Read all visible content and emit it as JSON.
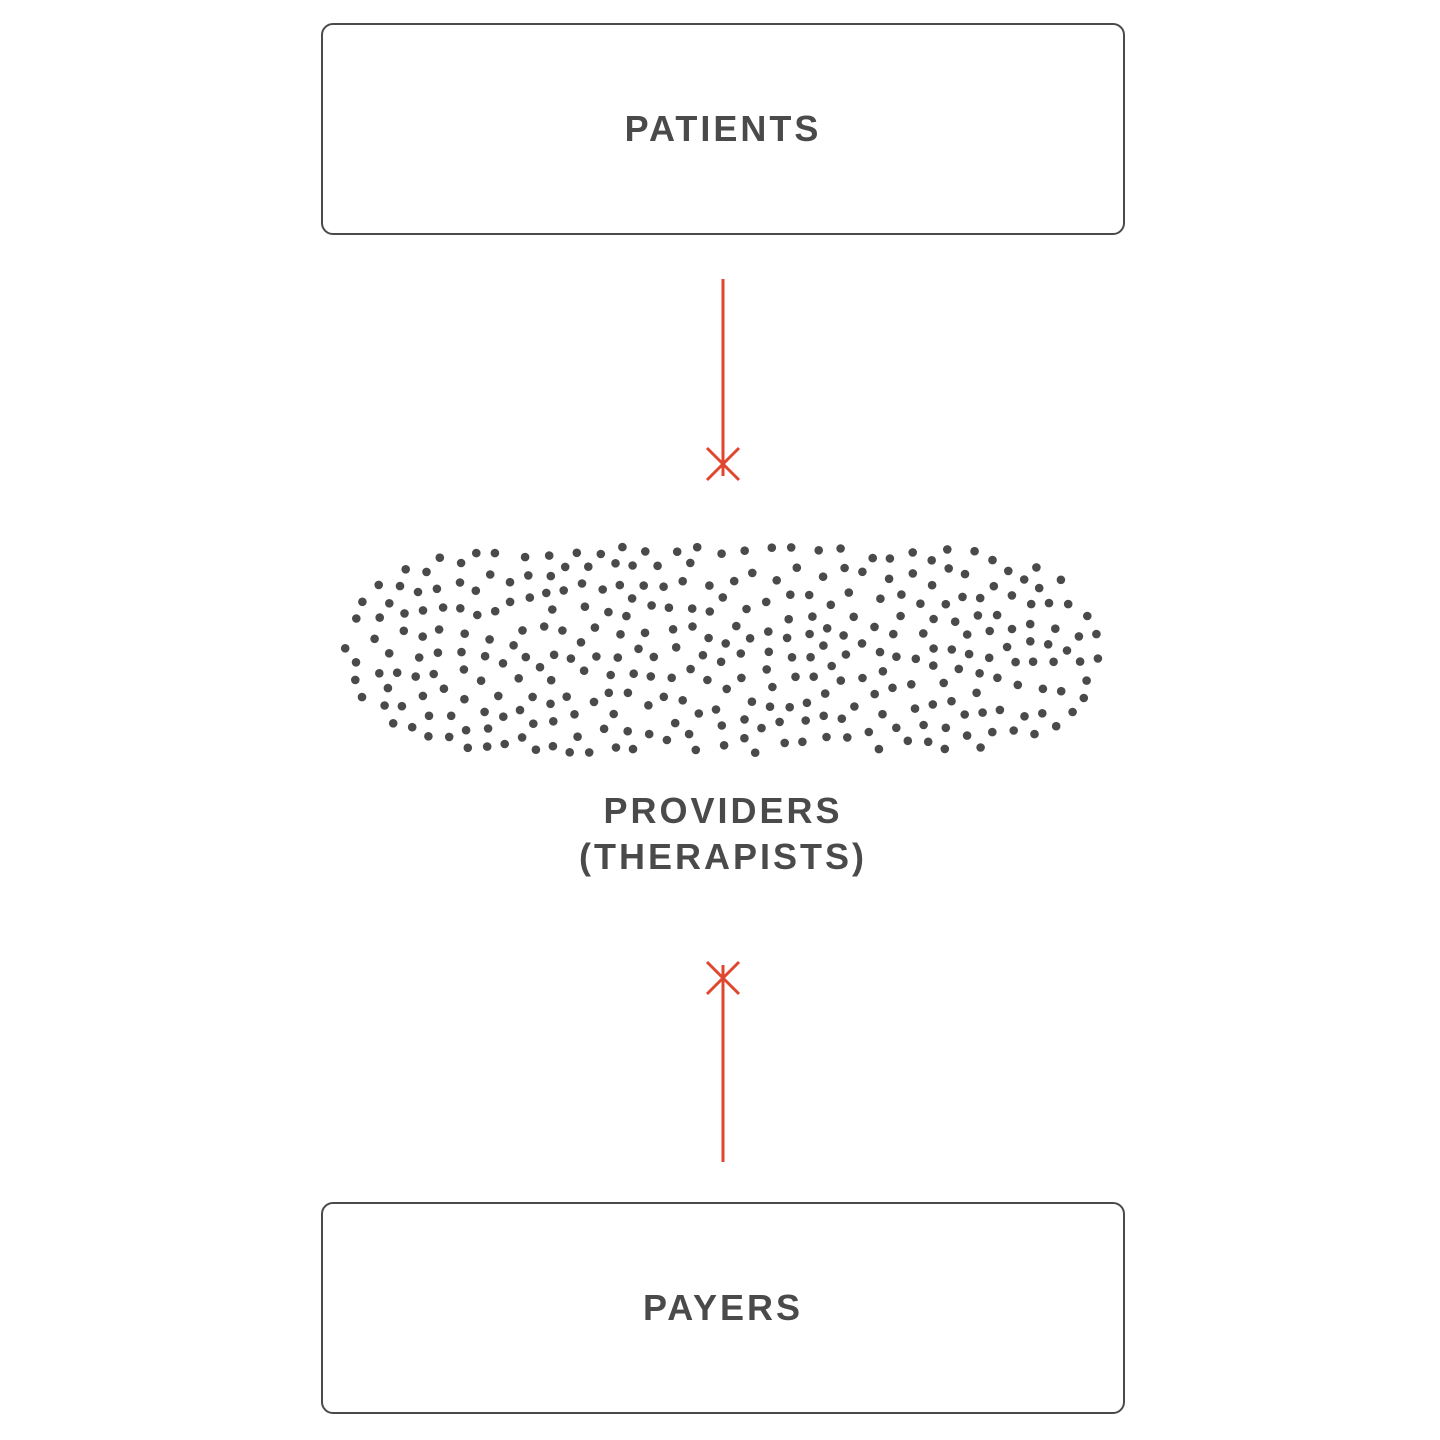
{
  "colors": {
    "box_stroke": "#4a4a4a",
    "text": "#4a4a4a",
    "dot": "#4a4a4a",
    "connector": "#e0452f",
    "background": "#ffffff"
  },
  "nodes": {
    "patients": {
      "label": "PATIENTS"
    },
    "providers": {
      "label_line1": "PROVIDERS",
      "label_line2": "(THERAPISTS)"
    },
    "payers": {
      "label": "PAYERS"
    }
  },
  "edges": [
    {
      "from": "patients",
      "to": "providers",
      "end_marker": "cross-icon"
    },
    {
      "from": "payers",
      "to": "providers",
      "end_marker": "cross-icon"
    }
  ]
}
